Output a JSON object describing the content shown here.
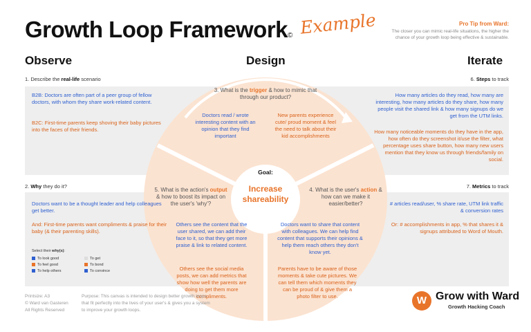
{
  "header": {
    "title": "Growth Loop Framework",
    "reg_mark": "©",
    "example_label": "Example",
    "protip_heading": "Pro Tip from Ward:",
    "protip_text": "The closer you can mimic real-life situations, the higher the chance of your growth loop being effective & sustainable."
  },
  "columns": {
    "observe": "Observe",
    "design": "Design",
    "iterate": "Iterate"
  },
  "observe": {
    "q1_prefix": "1. Describe the ",
    "q1_bold": "real-life",
    "q1_suffix": " scenario",
    "q1_b2b": "B2B: Doctors are often part of a peer group of fellow doctors, with whom they share work-related content.",
    "q1_b2c": "B2C: First-time parents keep shoving their baby pictures into the faces of their friends.",
    "q2_prefix": "2. ",
    "q2_bold": "Why",
    "q2_suffix": " they do it?",
    "q2_blue": "Doctors want to be a thought leader and help colleagues get better.",
    "q2_orange": "And: First-time parents want compliments & praise for their baby (& their parenting skills).",
    "legend_title_prefix": "Select their ",
    "legend_title_bold": "why(s)",
    "legend_title_suffix": ":",
    "legend": [
      {
        "label": "To look good",
        "color": "#2e5fd0"
      },
      {
        "label": "To feel good",
        "color": "#e8742a"
      },
      {
        "label": "To help others",
        "color": "#2e5fd0"
      },
      {
        "label": "To get",
        "color": "#dddddd"
      },
      {
        "label": "To bond",
        "color": "#e8742a"
      },
      {
        "label": "To convince",
        "color": "#2e5fd0"
      }
    ]
  },
  "design": {
    "q3_prefix": "3. What is the ",
    "q3_bold": "trigger",
    "q3_suffix": " & how to mimic that through our product?",
    "q3_blue": "Doctors read / wrote interesting content with an opinion that they find important",
    "q3_orange": "New parents experience cute/ proud moment & feel the need to talk about their kid accomplishments",
    "goal_label": "Goal:",
    "goal_text": "Increase shareability",
    "q4_prefix": "4. What is the user's ",
    "q4_bold": "action",
    "q4_suffix": " & how can we make it easier/better?",
    "q4_blue": "Doctors want to share that content with colleagues. We can help find content that supports their opinions & help them reach others they don't know yet.",
    "q4_orange": "Parents have to be aware of those moments & take cute pictures. We can tell them which moments they can be proud of & give them a photo filter to use.",
    "q5_prefix": "5. What is the action's ",
    "q5_bold": "output",
    "q5_suffix": " & how to boost its impact on the user's 'why'?",
    "q5_blue": "Others see the content that the user shared, we can add their face to it, so that they get more praise & link to related content.",
    "q5_orange": "Others see the social media posts, we can add metrics that show how well the parents are doing to get them more compliments."
  },
  "iterate": {
    "q6_prefix": "6. ",
    "q6_bold": "Steps",
    "q6_suffix": " to track",
    "q6_blue": "How many articles do they read, how many are interesting, how many articles do they share, how many people visit the shared link & how many signups do we get from the UTM links.",
    "q6_orange": "How many noticeable moments do they have in the app, how often do they screenshot it/use the filter, what percentage uses share button, how many new users mention that they know us through friends/family on social.",
    "q7_prefix": "7. ",
    "q7_bold": "Metrics",
    "q7_suffix": " to track",
    "q7_blue": "# articles read/user, % share rate, UTM link traffic & conversion rates",
    "q7_orange": "Or: # accomplishments in app, % that shares it & signups attributed to Word of Mouth."
  },
  "footer": {
    "printsize": "Printsize: A3",
    "author": "© Ward van Gasteren",
    "rights": "All Rights Reserved",
    "purpose": "Purpose: This canvas is intended to design better growth loops that fit perfectly into the lives of your user's & gives you a system to improve your growth loops.",
    "logo_letter": "W",
    "logo_name": "Grow with Ward",
    "logo_sub": "Growth Hacking Coach"
  },
  "colors": {
    "accent": "#e8742a",
    "blue": "#2e5fd0",
    "panel": "#eeeeee",
    "circle": "#fbe3d1"
  }
}
